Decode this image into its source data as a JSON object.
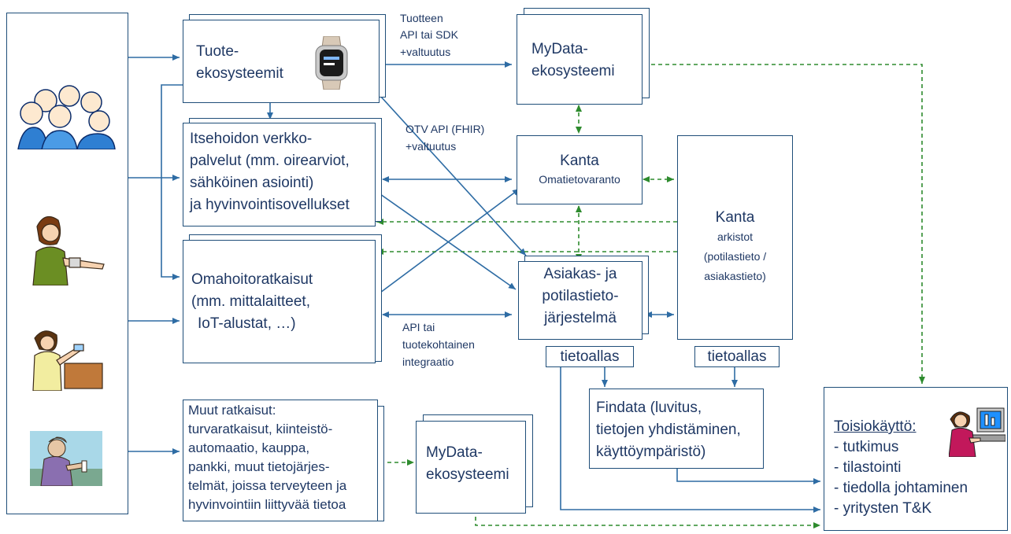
{
  "boxes": {
    "tuote": {
      "line1": "Tuote-",
      "line2": "ekosysteemit"
    },
    "itsehoito": {
      "line1": "Itsehoidon verkko-",
      "line2": "palvelut (mm. oirearviot,",
      "line3": "sähköinen asiointi)",
      "line4": "ja hyvinvointisovellukset"
    },
    "omahoito": {
      "line1": "Omahoitoratkaisut",
      "line2": "(mm. mittalaitteet,",
      "line3": "IoT-alustat, …)"
    },
    "muut": {
      "line1": "Muut ratkaisut:",
      "line2": "turvaratkaisut, kiinteistö-",
      "line3": "automaatio, kauppa,",
      "line4": "pankki, muut tietojärjes-",
      "line5": "telmät, joissa terveyteen ja",
      "line6": "hyvinvointiin liittyvää tietoa"
    },
    "mydata_top": {
      "line1": "MyData-",
      "line2": "ekosysteemi"
    },
    "mydata_bottom": {
      "line1": "MyData-",
      "line2": "ekosysteemi"
    },
    "kanta_oma": {
      "line1": "Kanta",
      "line2": "Omatietovaranto"
    },
    "kanta_arkistot": {
      "line1": "Kanta",
      "line2": "arkistot",
      "line3": "(potilastieto /",
      "line4": "asiakastieto)"
    },
    "asiakas": {
      "line1": "Asiakas- ja",
      "line2": "potilastieto-",
      "line3": "järjestelmä"
    },
    "tietoallas_left": "tietoallas",
    "tietoallas_right": "tietoallas",
    "findata": {
      "line1": "Findata (luvitus,",
      "line2": "tietojen yhdistäminen,",
      "line3": "käyttöympäristö)"
    },
    "toisio": {
      "title": "Toisiokäyttö:",
      "items": [
        "- tutkimus",
        "- tilastointi",
        "- tiedolla johtaminen",
        "- yritysten T&K"
      ]
    }
  },
  "labels": {
    "api_sdk": {
      "line1": "Tuotteen",
      "line2": "API tai  SDK",
      "line3": "+valtuutus"
    },
    "otv_api": {
      "line1": "OTV API  (FHIR)",
      "line2": "+valtuutus"
    },
    "api_integraatio": {
      "line1": "API tai",
      "line2": "tuotekohtainen",
      "line3": "integraatio"
    }
  },
  "icons": [
    "people-group-icon",
    "smartwatch-icon",
    "blood-pressure-woman-icon",
    "nurse-icon",
    "elderly-woman-icon",
    "computer-user-icon"
  ],
  "colors": {
    "box_border": "#1f4e79",
    "text": "#1f3864",
    "arrow_solid": "#2e6ca4",
    "arrow_dashed": "#2e8b2e"
  }
}
